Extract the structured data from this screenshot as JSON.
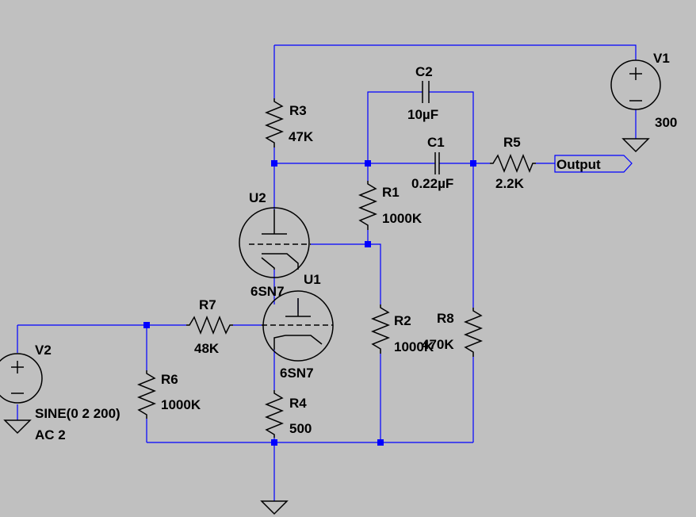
{
  "components": {
    "v1": {
      "name": "V1",
      "value": "300"
    },
    "v2": {
      "name": "V2",
      "value_line1": "SINE(0 2 200)",
      "value_line2": "AC 2"
    },
    "r1": {
      "name": "R1",
      "value": "1000K"
    },
    "r2": {
      "name": "R2",
      "value": "1000K"
    },
    "r3": {
      "name": "R3",
      "value": "47K"
    },
    "r4": {
      "name": "R4",
      "value": "500"
    },
    "r5": {
      "name": "R5",
      "value": "2.2K"
    },
    "r6": {
      "name": "R6",
      "value": "1000K"
    },
    "r7": {
      "name": "R7",
      "value": "48K"
    },
    "r8": {
      "name": "R8",
      "value": "470K"
    },
    "c1": {
      "name": "C1",
      "value": "0.22µF"
    },
    "c2": {
      "name": "C2",
      "value": "10µF"
    },
    "u1": {
      "name": "U1",
      "model": "6SN7"
    },
    "u2": {
      "name": "U2",
      "model": "6SN7"
    }
  },
  "output_label": "Output",
  "colors": {
    "background": "#c0c0c0",
    "wire": "#0000ff",
    "component": "#000000",
    "junction": "#0000ff"
  }
}
